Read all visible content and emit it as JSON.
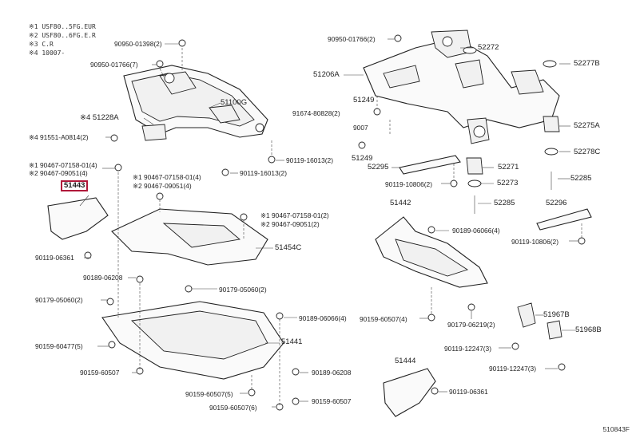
{
  "legend": [
    "※1 USF80..5FG.EUR",
    "※2 USF80..6FG.E.R",
    "※3 C.R",
    "※4 10007-"
  ],
  "parts": {
    "p90950_01398": "90950-01398(2)",
    "p90950_01766_7": "90950-01766(7)",
    "p51100G": "51100G",
    "p51228A": "※4 51228A",
    "p91551_a0814": "※4 91551-A0814(2)",
    "p90119_16013_a": "90119-16013(2)",
    "p90119_16013_b": "90119-16013(2)",
    "p90467_07158_01_4": "※1 90467-07158-01(4)",
    "p90467_09051_4": "※2 90467-09051(4)",
    "p51443": "51443",
    "p90467_07158_01_4b": "※1 90467-07158-01(4)",
    "p90467_09051_4b": "※2 90467-09051(4)",
    "p90467_07158_01_2": "※1 90467-07158-01(2)",
    "p90467_09051_2": "※2 90467-09051(2)",
    "p51454C": "51454C",
    "p90119_06361_a": "90119-06361",
    "p90189_06208_a": "90189-06208",
    "p90179_05060_2": "90179-05060(2)",
    "p90179_05060_2b": "90179-05060(2)",
    "p90189_06066_4a": "90189-06066(4)",
    "p51441": "51441",
    "p90159_60477": "90159-60477(5)",
    "p90159_60507": "90159-60507",
    "p90189_06208_b": "90189-06208",
    "p90159_60507_5": "90159-60507(5)",
    "p90159_60507_b": "90159-60507",
    "p90159_60507_6": "90159-60507(6)",
    "p90950_01766_2": "90950-01766(2)",
    "p51206A": "51206A",
    "p52272": "52272",
    "p52277B": "52277B",
    "p51249_a": "51249",
    "p91674_80828": "91674-80828(2)",
    "p90070": "9007",
    "p52275A": "52275A",
    "p51249_b": "51249",
    "p52278C": "52278C",
    "p52295": "52295",
    "p52271": "52271",
    "p52285_a": "52285",
    "p90119_10806_2a": "90119-10806(2)",
    "p52273": "52273",
    "p52285_b": "52285",
    "p51442": "51442",
    "p52296": "52296",
    "p90189_06066_4b": "90189-06066(4)",
    "p90119_10806_2b": "90119-10806(2)",
    "p90159_60507_4": "90159-60507(4)",
    "p90179_06219": "90179-06219(2)",
    "p51967B": "51967B",
    "p51968B": "51968B",
    "p90119_12247_3": "90119-12247(3)",
    "p90119_12247_3b": "90119-12247(3)",
    "p51444": "51444",
    "p90119_06361_b": "90119-06361"
  },
  "figure_id": "510843F"
}
